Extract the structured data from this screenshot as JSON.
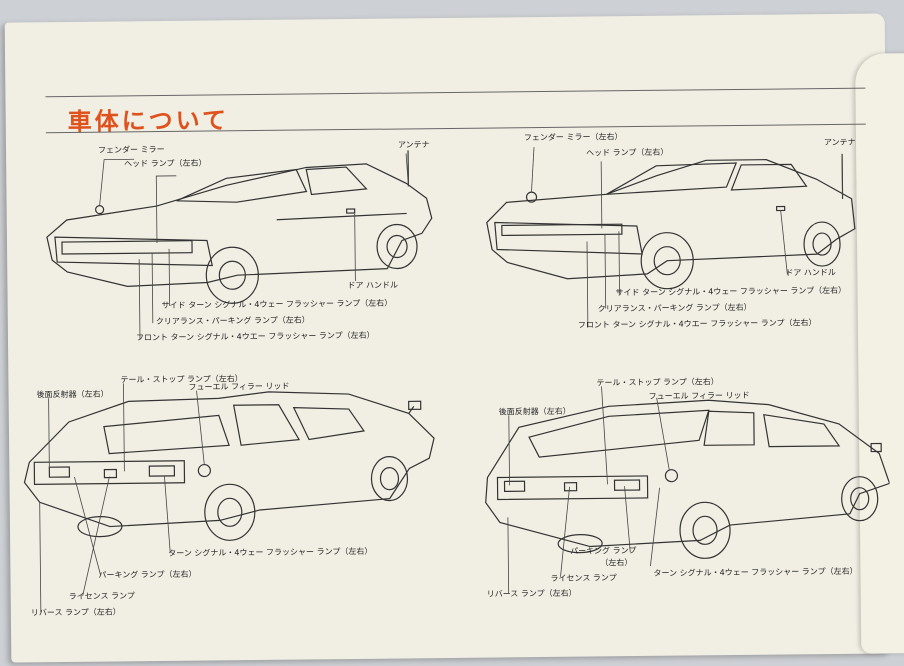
{
  "page": {
    "title": "車体について"
  },
  "diagrams": [
    {
      "name": "coupe-front",
      "labels": {
        "fender_mirror": "フェンダー ミラー",
        "headlamp": "ヘッド ランプ（左右）",
        "antenna": "アンテナ",
        "door_handle": "ドア ハンドル",
        "side_turn": "サイド ターン シグナル・4ウェー フラッシャー ランプ（左右）",
        "clearance_parking": "クリアランス・パーキング ランプ（左右）",
        "front_turn": "フロント ターン シグナル・4ウエー フラッシャー ランプ（左右）"
      }
    },
    {
      "name": "hatchback-front",
      "labels": {
        "fender_mirror": "フェンダー ミラー（左右）",
        "headlamp": "ヘッド ランプ（左右）",
        "antenna": "アンテナ",
        "door_handle": "ドア ハンドル",
        "side_turn": "サイド ターン シグナル・4ウェー フラッシャー ランプ（左右）",
        "clearance_parking": "クリアランス・パーキング ランプ（左右）",
        "front_turn": "フロント ターン シグナル・4ウエー フラッシャー ランプ（左右）"
      }
    },
    {
      "name": "coupe-rear",
      "labels": {
        "tail_stop": "テール・ストップ ランプ（左右）",
        "reflector": "後面反射器（左右）",
        "fuel_lid": "フューエル フィラー リッド",
        "turn_signal": "ターン シグナル・4ウェー フラッシャー ランプ（左右）",
        "parking": "パーキング ランプ（左右）",
        "license": "ライセンス ランプ",
        "reverse": "リバース ランプ（左右）"
      }
    },
    {
      "name": "hatchback-rear",
      "labels": {
        "tail_stop": "テール・ストップ ランプ（左右）",
        "reflector": "後面反射器（左右）",
        "fuel_lid": "フューエル フィラー リッド",
        "parking": "パーキング ランプ",
        "parking_lr": "（左右）",
        "license": "ライセンス ランプ",
        "turn_signal": "ターン シグナル・4ウェー フラッシャー ランプ（左右）",
        "reverse": "リバース ランプ（左右）"
      }
    }
  ]
}
